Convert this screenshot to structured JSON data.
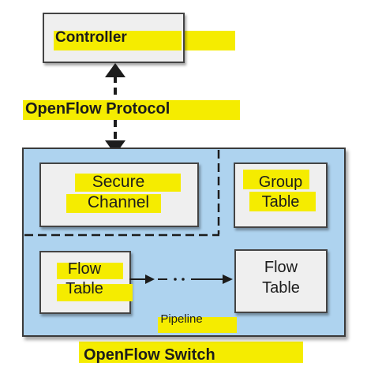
{
  "controller": {
    "label": "Controller"
  },
  "protocol": {
    "label": "OpenFlow Protocol"
  },
  "switch": {
    "label": "OpenFlow Switch",
    "pipeline_label": "Pipeline",
    "secure_channel": {
      "line1": "Secure",
      "line2": "Channel"
    },
    "group_table": {
      "line1": "Group",
      "line2": "Table"
    },
    "flow_table_1": {
      "line1": "Flow",
      "line2": "Table"
    },
    "flow_table_2": {
      "line1": "Flow",
      "line2": "Table"
    }
  },
  "colors": {
    "highlight": "#f5ec00",
    "switch_fill": "#aed3ef",
    "box_fill": "#efefef",
    "line": "#1c1c1c"
  }
}
